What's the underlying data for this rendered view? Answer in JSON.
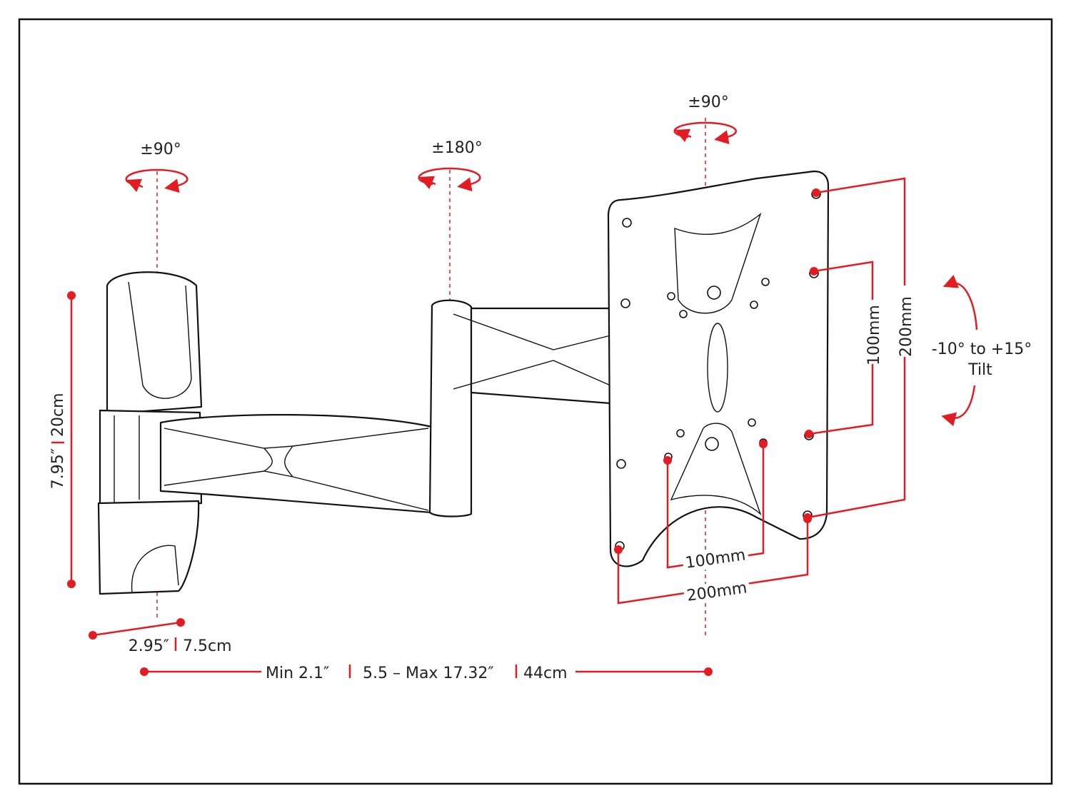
{
  "labels": {
    "wall_swivel": "±90°",
    "elbow_swivel": "±180°",
    "plate_swivel": "±90°",
    "height_in": "7.95″",
    "height_cm": "20cm",
    "depth_in": "2.95″",
    "depth_cm": "7.5cm",
    "extension_min": "Min 2.1″",
    "extension_mid": "5.5 – Max 17.32″",
    "extension_cm": "44cm",
    "vesa_v_small": "100mm",
    "vesa_v_large": "200mm",
    "vesa_h_small": "100mm",
    "vesa_h_large": "200mm",
    "tilt_range": "-10° to +15°",
    "tilt_label": "Tilt"
  },
  "colors": {
    "accent": "#e41b23",
    "line": "#111111"
  }
}
